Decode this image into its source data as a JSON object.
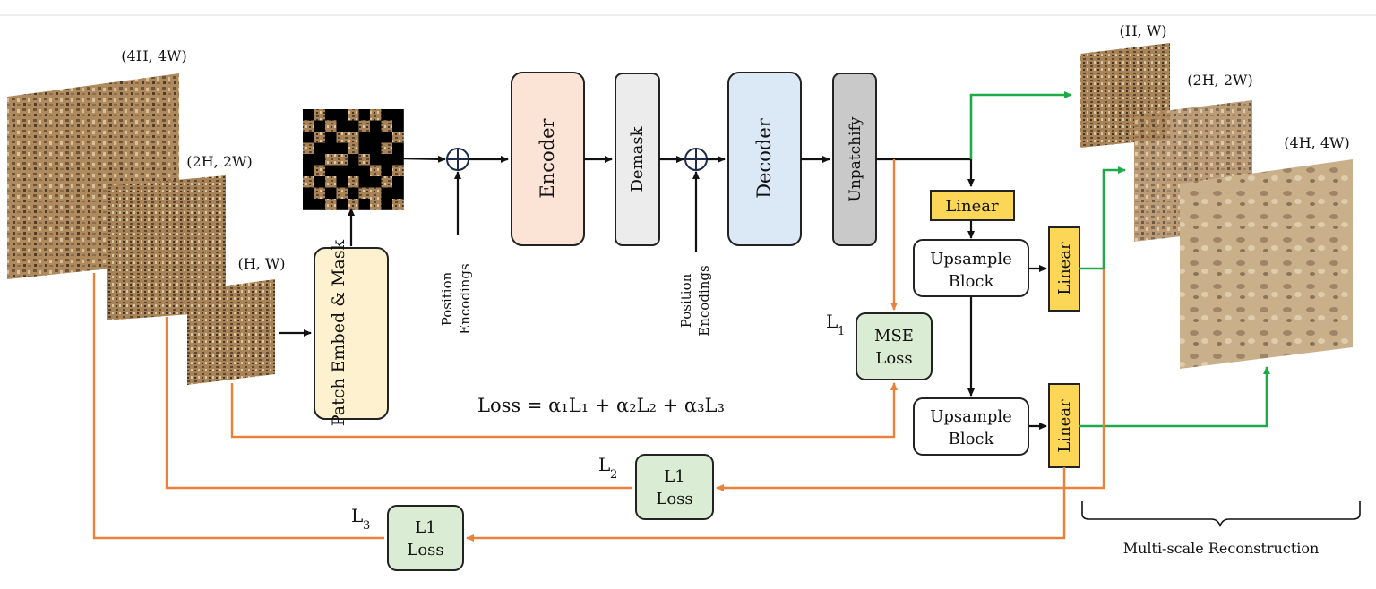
{
  "input_scales": [
    "(4H, 4W)",
    "(2H, 2W)",
    "(H, W)"
  ],
  "output_scales": [
    "(H, W)",
    "(2H, 2W)",
    "(4H, 4W)"
  ],
  "blocks": {
    "patch_embed": "Patch Embed & Mask",
    "encoder": "Encoder",
    "demask": "Demask",
    "decoder": "Decoder",
    "unpatchify": "Unpatchify",
    "linear": "Linear",
    "upsample_line1": "Upsample",
    "upsample_line2": "Block",
    "position_line1": "Position",
    "position_line2": "Encodings",
    "mse_line1": "MSE",
    "mse_line2": "Loss",
    "l1_line1": "L1",
    "l1_line2": "Loss"
  },
  "loss_labels": {
    "l1": "1",
    "l2": "2",
    "l3": "3",
    "letter": "L"
  },
  "loss_formula": "Loss = α₁L₁ + α₂L₂ + α₃L₃",
  "caption": "Multi-scale Reconstruction",
  "colors": {
    "orange": "#e9813a",
    "green": "#1faa4a",
    "patch_fill": "#fdf1cf",
    "encoder_fill": "#fbe3d6",
    "demask_fill": "#ececec",
    "decoder_fill": "#dbe8f6",
    "unpatchify_fill": "#c9c9c9",
    "linear_fill": "#fcd757",
    "loss_fill": "#dbecd5"
  }
}
